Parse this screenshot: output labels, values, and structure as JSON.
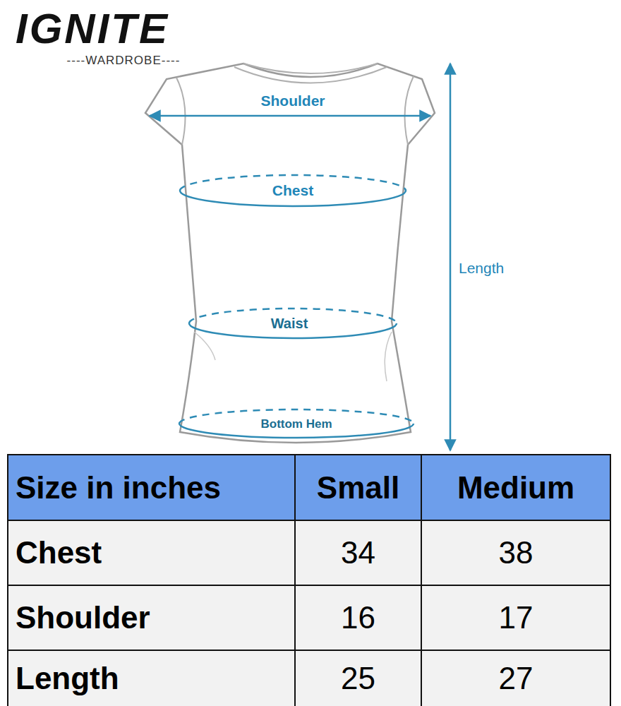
{
  "diagram": {
    "labels": [
      "IGNITE",
      "----WARDROBE----",
      "Shoulder",
      "Chest",
      "Waist",
      "Bottom Hem",
      "Length",
      "Size in inches",
      "Small",
      "Medium",
      "Chest",
      "34",
      "38",
      "Shoulder",
      "16",
      "17",
      "Length",
      "25",
      "27"
    ]
  }
}
